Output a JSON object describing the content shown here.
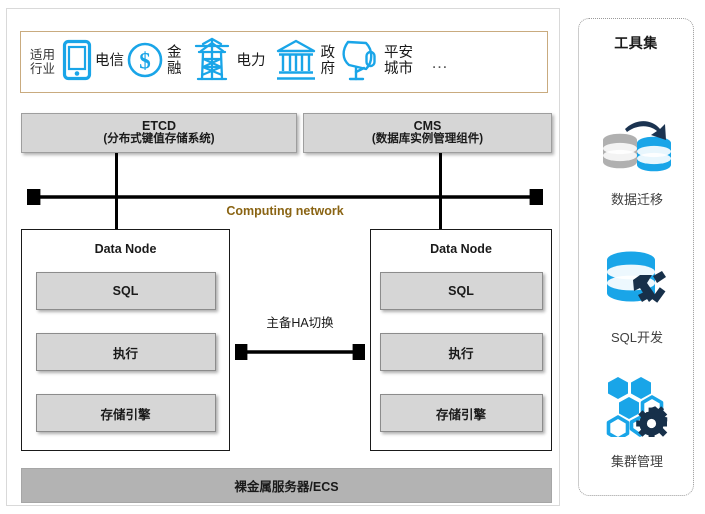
{
  "industry_bar": {
    "label": "适用\n行业",
    "label_line1": "适用",
    "label_line2": "行业",
    "items": [
      {
        "icon": "mobile-phone-icon",
        "label": "电信"
      },
      {
        "icon": "dollar-circle-icon",
        "label": "金融"
      },
      {
        "icon": "power-tower-icon",
        "label": "电力"
      },
      {
        "icon": "government-building-icon",
        "label": "政府"
      },
      {
        "icon": "security-camera-icon",
        "label": "平安\n城市",
        "label_line1": "平安",
        "label_line2": "城市"
      }
    ],
    "more": "…",
    "border_color": "#c9ab7f"
  },
  "components": [
    {
      "title": "ETCD",
      "subtitle": "(分布式键值存储系统)"
    },
    {
      "title": "CMS",
      "subtitle": "(数据库实例管理组件)"
    }
  ],
  "network": {
    "label": "Computing network",
    "label_color": "#8a6413"
  },
  "nodes": [
    {
      "title": "Data Node",
      "items": [
        "SQL",
        "执行",
        "存储引擎"
      ]
    },
    {
      "title": "Data Node",
      "items": [
        "SQL",
        "执行",
        "存储引擎"
      ]
    }
  ],
  "ha_link": {
    "label": "主备HA切换"
  },
  "infrastructure": {
    "label": "裸金属服务器/ECS",
    "color": "#b3b3b3"
  },
  "tools_panel": {
    "title": "工具集",
    "items": [
      {
        "icon": "data-migration-icon",
        "label": "数据迁移"
      },
      {
        "icon": "sql-development-icon",
        "label": "SQL开发"
      },
      {
        "icon": "cluster-management-icon",
        "label": "集群管理"
      }
    ]
  },
  "theme": {
    "accent_blue": "#19A5E8",
    "dark_navy": "#173048",
    "box_gray": "#d6d6d6",
    "bar_gray": "#b3b3b3"
  }
}
